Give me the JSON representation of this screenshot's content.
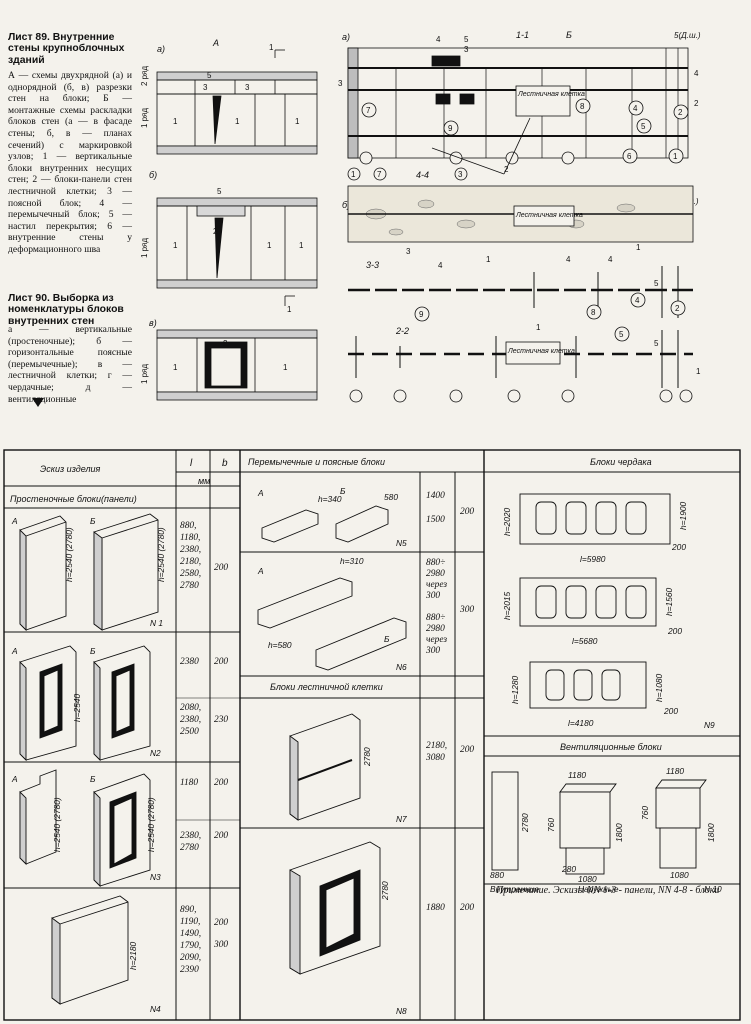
{
  "sheet89": {
    "title": "Лист 89. Внутренние стены крупноблочных зданий",
    "caption": "А — схемы двухрядной (а) и однорядной (б, в) разрезки стен на блоки; Б — монтажные схемы раскладки блоков стен (а — в фасаде стены; б, в — планах сечений) с маркировкой узлов; 1 — вертикальные блоки внутренних несущих стен; 2 — блоки-панели стен лестничной клетки; 3 — поясной блок; 4 — перемычечный блок; 5 — настил перекрытия; 6 — внутренние стены у деформационного шва"
  },
  "sheet90": {
    "title": "Лист 90. Выборка из номенклатуры блоков внутренних стен",
    "caption": "а — вертикальные (простеночные); б — горизонтальные поясные (перемычечные); в — лестничной клетки; г — чердачные; д — вентиляционные"
  },
  "schemeA": {
    "a_label": "а)",
    "b_label": "б)",
    "v_label": "в)",
    "A": "А",
    "row2": "2 ряд",
    "row1": "1 ряд",
    "n1": "1",
    "n2": "2",
    "n3": "3",
    "n5": "5"
  },
  "schemeB": {
    "a_label": "а)",
    "b_label": "б)",
    "sec11": "1-1",
    "sec44": "4-4",
    "sec33": "3-3",
    "sec22": "2-2",
    "B": "Б",
    "joint": "5(Д.ш.)",
    "stair1": "Лестничная клетка",
    "stair2": "Лестничная клетка",
    "stair3": "Лестничная клетка",
    "n1": "1",
    "n2": "2",
    "n3": "3",
    "n4": "4",
    "n5": "5",
    "n6": "6",
    "n7": "7",
    "n8": "8",
    "n9": "9"
  },
  "table": {
    "h_sketch": "Эскиз изделия",
    "h_l": "l",
    "h_b": "b",
    "h_mm": "мм",
    "sec_prost": "Простеночные блоки(панели)",
    "sec_pere": "Перемычечные и поясные блоки",
    "sec_cherd": "Блоки чердака",
    "sec_lest": "Блоки лестничной клетки",
    "sec_vent": "Вентиляционные блоки",
    "r1_l": "880,\n1180,\n2380,\n2180,\n2580,\n2780",
    "r1_b": "200",
    "r2_l1": "2380",
    "r2_b1": "200",
    "r2_l2": "2080,\n2380,\n2500",
    "r2_b2": "230",
    "r3_l1": "1180",
    "r3_b1": "200",
    "r3_l2": "2380,\n2780",
    "r3_b2": "200",
    "r4_l": "890,\n1190,\n1490,\n1790,\n2090,\n2390",
    "r4_b": "200\n300",
    "p1_l": "1400\n\n1500",
    "p1_b": "200",
    "p2_l": "880÷\n2980\nчерез\n300\n\n880÷\n2980\nчерез\n300",
    "p2_b": "300",
    "s1_l": "2180,\n3080",
    "s1_b": "200",
    "s2_l": "1880",
    "s2_b": "200",
    "N1": "N 1",
    "N2": "N2",
    "N3": "N3",
    "N4": "N4",
    "N5": "N5",
    "N6": "N6",
    "N7": "N7",
    "N8": "N8",
    "N9": "N9",
    "N10": "N 10",
    "A": "А",
    "B": "Б",
    "l": "l",
    "b": "b",
    "h2540_2780": "h=2540 (2780)",
    "h2540": "h=2540",
    "h2180": "h=2180",
    "h340": "h=340",
    "h580": "h=580",
    "h310": "h=310",
    "d580": "580",
    "h2020": "h=2020",
    "h1900": "h=1900",
    "l5980": "l=5980",
    "h2015": "h=2015",
    "h1560": "h=1560",
    "l5680": "l=5680",
    "h1280": "h=1280",
    "h1080": "h=1080",
    "l4180": "l=4180",
    "v200": "200",
    "d2780": "2780",
    "v1180": "1180",
    "v760": "760",
    "v1800": "1800",
    "v1080": "1080",
    "v280": "280",
    "v880": "880",
    "inner": "Внутренние",
    "outer": "Наружные",
    "note": "Примечание. Эскизы NN 1-3 - панели, NN 4-8 - блоки"
  }
}
